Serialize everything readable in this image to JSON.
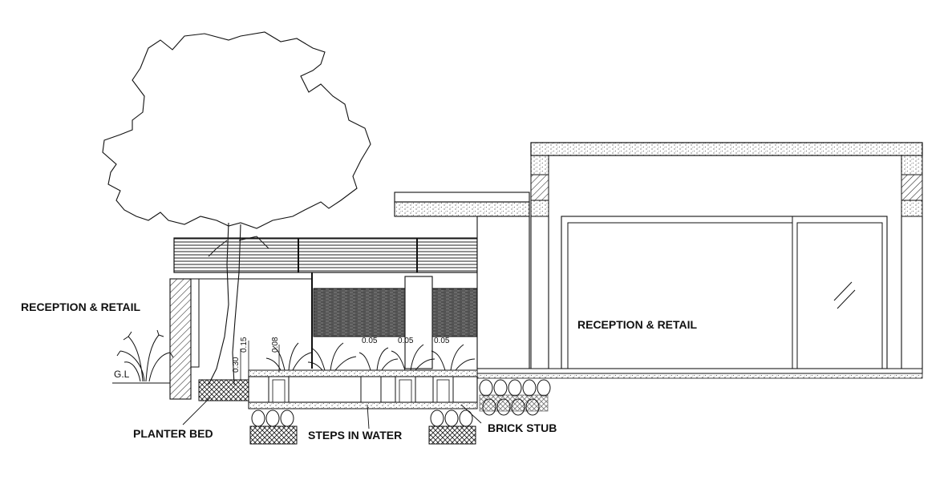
{
  "labels": {
    "reception_left": "RECEPTION & RETAIL",
    "reception_right": "RECEPTION & RETAIL",
    "planter_bed": "PLANTER BED",
    "steps_in_water": "STEPS IN WATER",
    "brick_stub": "BRICK STUB",
    "ground_level": "G.L"
  },
  "dimensions": {
    "d030": "0.30",
    "d015": "0.15",
    "d008": "0.08",
    "d005a": "0.05",
    "d005b": "0.05",
    "d005c": "0.05"
  }
}
